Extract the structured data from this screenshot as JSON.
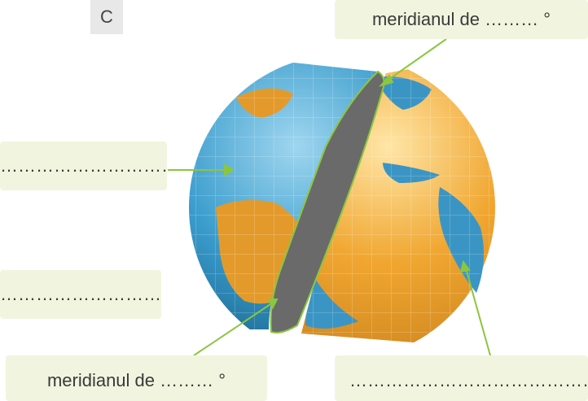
{
  "badge": {
    "letter": "C"
  },
  "labels": {
    "top_right": "meridianul de ……… °",
    "left_1": "…………………………",
    "left_2": "…………………………",
    "bottom_left": "meridianul de ……… °",
    "bottom_right": "……………………………………"
  },
  "colors": {
    "ocean": "#2f8fbf",
    "land": "#e8a12f",
    "cut_face": "#6a6a6a",
    "arrow": "#8cc63f",
    "label_bg": "#f1f5df"
  },
  "icons": [
    "arrow-icon"
  ]
}
